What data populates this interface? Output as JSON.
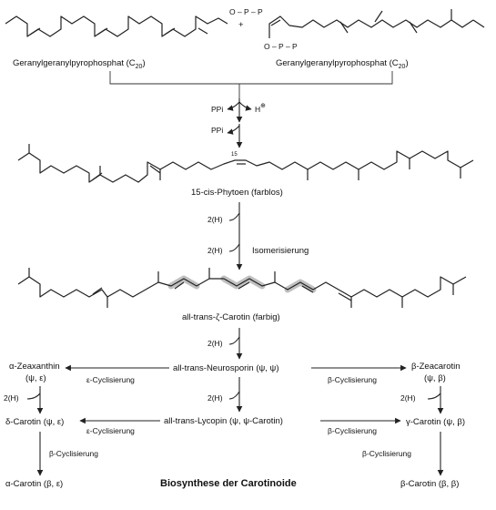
{
  "title": "Biosynthese der Carotinoide",
  "top": {
    "left_substrate": "Geranylgeranylpyrophosphat (C",
    "right_substrate": "Geranylgeranylpyrophosphat (C",
    "sub_20": "20",
    "sub_close": ")",
    "plus": "+",
    "opp_left": "O – P – P",
    "opp_right": "O – P – P",
    "ppi_1": "PPi",
    "h_plus": "H",
    "plus_sup": "⊕",
    "ppi_2": "PPi",
    "cis_mark": "15"
  },
  "compounds": {
    "phytoen": "15-cis-Phytoen (farblos)",
    "zeta_carotin": "all-trans-ζ-Carotin (farbig)",
    "neurosporin": "all-trans-Neurosporin (ψ, ψ)",
    "lycopin": "all-trans-Lycopin (ψ, ψ-Carotin)",
    "alpha_zeaxanthin": "α-Zeaxanthin",
    "alpha_zeaxanthin_ends": "(ψ, ε)",
    "beta_zeacarotin": "β-Zeacarotin",
    "beta_zeacarotin_ends": "(ψ, β)",
    "delta_carotin": "δ-Carotin (ψ, ε)",
    "gamma_carotin": "γ-Carotin (ψ, β)",
    "alpha_carotin": "α-Carotin (β, ε)",
    "beta_carotin": "β-Carotin (β, β)"
  },
  "steps": {
    "dehyd_1": "2(H)",
    "dehyd_2": "2(H)",
    "isomerisierung": "Isomerisierung",
    "dehyd_3": "2(H)",
    "dehyd_4": "2(H)",
    "dehyd_left": "2(H)",
    "dehyd_right": "2(H)",
    "eps_cycl_1": "ε-Cyclisierung",
    "eps_cycl_2": "ε-Cyclisierung",
    "beta_cycl_1": "β-Cyclisierung",
    "beta_cycl_2": "β-Cyclisierung",
    "beta_cycl_left": "β-Cyclisierung",
    "beta_cycl_right": "β-Cyclisierung"
  }
}
